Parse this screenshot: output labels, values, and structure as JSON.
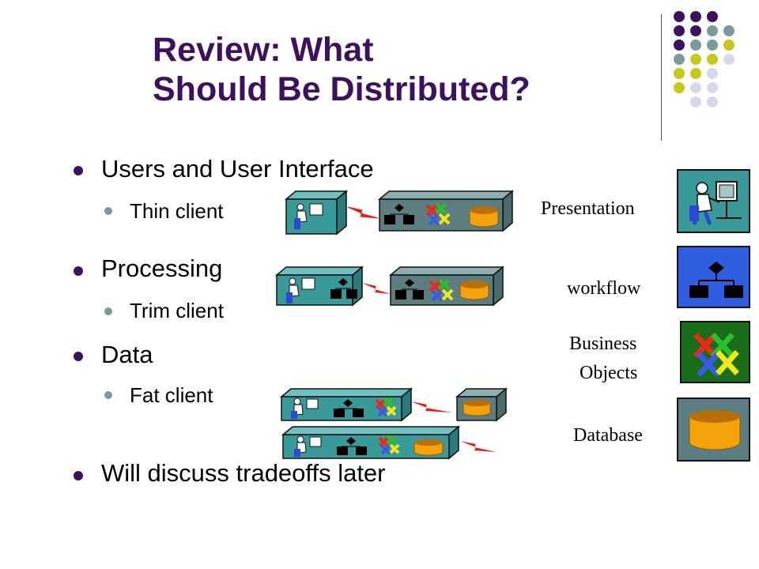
{
  "slide": {
    "title_line1": "Review: What",
    "title_line2": "Should Be Distributed?"
  },
  "bullets": [
    {
      "text": "Users and User Interface",
      "sub": "Thin client"
    },
    {
      "text": "Processing",
      "sub": "Trim client"
    },
    {
      "text": "Data",
      "sub": "Fat client"
    },
    {
      "text": "Will discuss tradeoffs later"
    }
  ],
  "legend": {
    "presentation": "Presentation",
    "workflow": "workflow",
    "business_line1": "Business",
    "business_line2": "Objects",
    "database": "Database"
  },
  "colors": {
    "title": "#3d1160",
    "teal": "#3a9a9a",
    "workflow_blue": "#2f5fe0",
    "business_green": "#1a6e1a",
    "database_slate": "#5d7e80",
    "db_orange": "#f5a20a",
    "dots": [
      "#3d1160",
      "#7a9a9c",
      "#c8c81a",
      "#d8d8ec"
    ]
  },
  "icons": [
    "user-computer-icon",
    "workflow-icon",
    "business-objects-icon",
    "database-icon",
    "lightning-bolt-icon"
  ]
}
